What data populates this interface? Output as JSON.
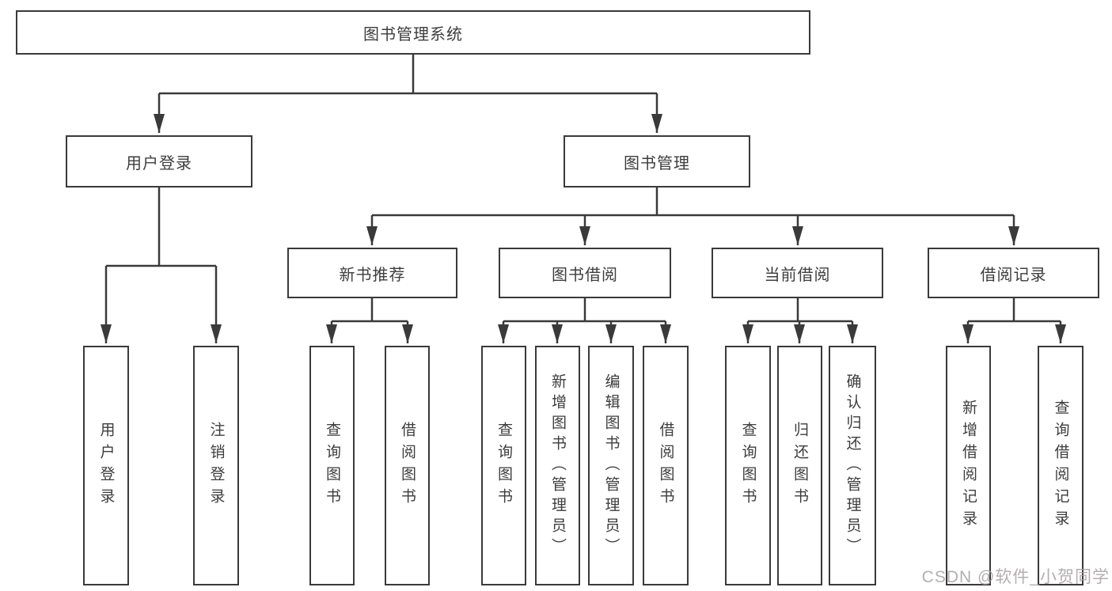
{
  "diagram": {
    "root": {
      "label": "图书管理系统"
    },
    "level2": [
      {
        "label": "用户登录"
      },
      {
        "label": "图书管理"
      }
    ],
    "level3": [
      {
        "label": "新书推荐"
      },
      {
        "label": "图书借阅"
      },
      {
        "label": "当前借阅"
      },
      {
        "label": "借阅记录"
      }
    ],
    "leaves": {
      "user_login": [
        "用户登录",
        "注销登录"
      ],
      "new_books": [
        "查询图书",
        "借阅图书"
      ],
      "book_borrow": [
        "查询图书",
        "新增图书（管理员）",
        "编辑图书（管理员）",
        "借阅图书"
      ],
      "current_borrow": [
        "查询图书",
        "归还图书",
        "确认归还（管理员）"
      ],
      "borrow_records": [
        "新增借阅记录",
        "查询借阅记录"
      ]
    }
  },
  "watermark": {
    "text": "CSDN @软件_小贺同学"
  },
  "colors": {
    "line": "#3a3a3a",
    "box_border": "#3a3a3a",
    "text": "#3d3d3d",
    "watermark": "#a8a0a0",
    "background": "#ffffff"
  }
}
